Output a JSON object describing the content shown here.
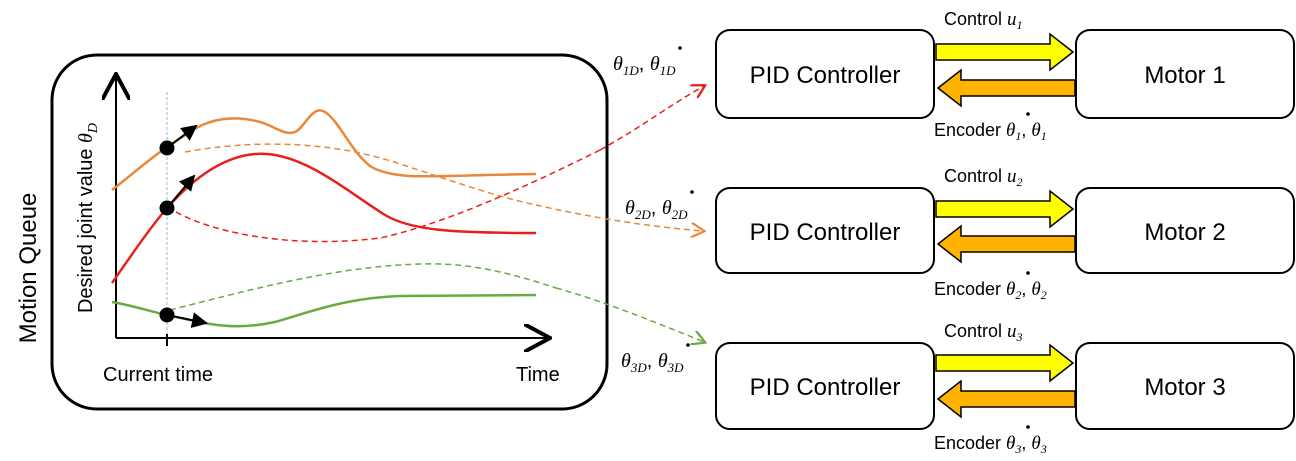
{
  "queue_label": "Motion Queue",
  "axis": {
    "y_label_prefix": "Desired joint  value ",
    "y_label_symbol": "θ",
    "y_label_sub": "D",
    "x_current": "Current time",
    "x_time": "Time"
  },
  "rows": [
    {
      "controller": "PID Controller",
      "motor": "Motor 1",
      "control_text": "Control ",
      "control_var": "u",
      "control_sub": "1",
      "encoder_text": "Encoder ",
      "encoder_vars": "θ",
      "encoder_sub": "1",
      "desired": "θ",
      "desired_sub": "1D",
      "color": "#E8883A"
    },
    {
      "controller": "PID Controller",
      "motor": "Motor 2",
      "control_text": "Control ",
      "control_var": "u",
      "control_sub": "2",
      "encoder_text": "Encoder ",
      "encoder_vars": "θ",
      "encoder_sub": "2",
      "desired": "θ",
      "desired_sub": "2D",
      "color": "#E8883A"
    },
    {
      "controller": "PID Controller",
      "motor": "Motor 3",
      "control_text": "Control ",
      "control_var": "u",
      "control_sub": "3",
      "encoder_text": "Encoder ",
      "encoder_vars": "θ",
      "encoder_sub": "3",
      "desired": "θ",
      "desired_sub": "3D",
      "color": "#6AAA40"
    }
  ],
  "colors": {
    "orange_curve": "#E8883A",
    "red_curve": "#E8201A",
    "green_curve": "#6AAA40",
    "time_marker": "#9DC3E6",
    "arrow_fill_yellow": "#FFFF00",
    "arrow_fill_orange": "#FFB300"
  }
}
